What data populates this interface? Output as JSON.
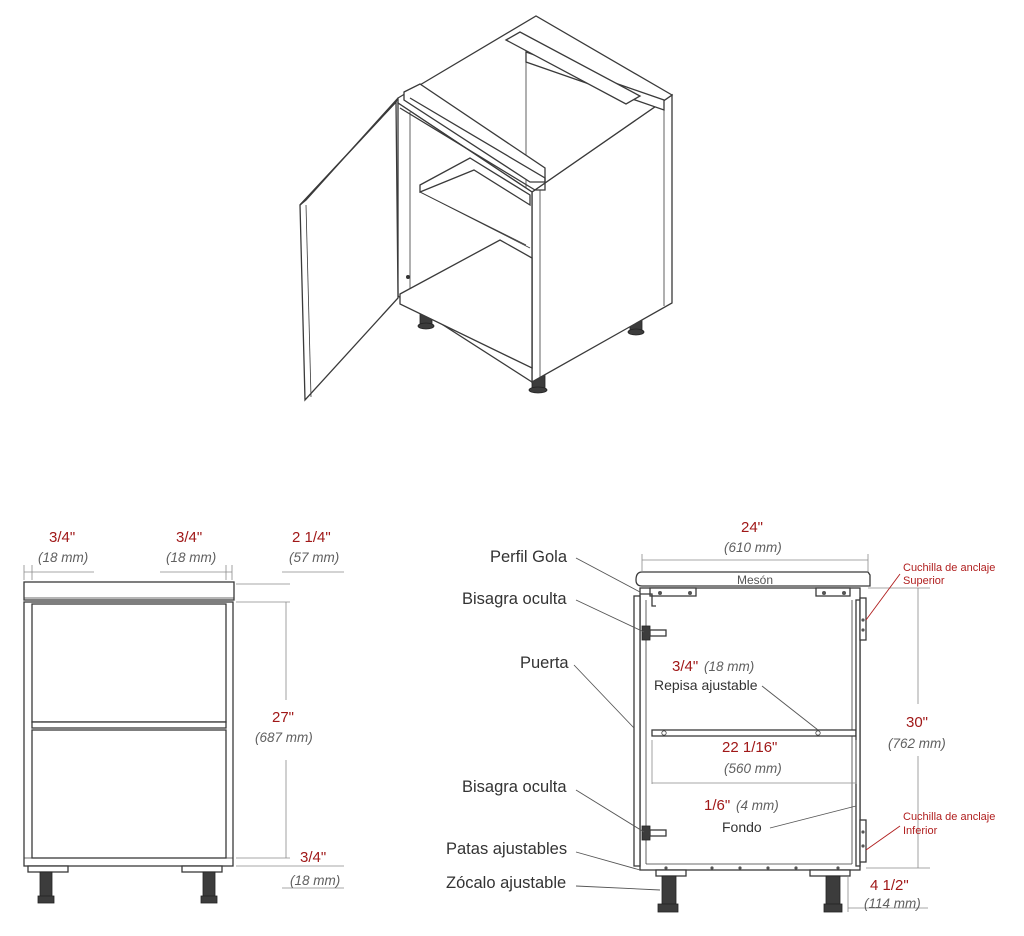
{
  "side_view": {
    "dim_left_in": "3/4\"",
    "dim_left_mm": "(18 mm)",
    "dim_mid_in": "3/4\"",
    "dim_mid_mm": "(18 mm)",
    "dim_top_in": "2 1/4\"",
    "dim_top_mm": "(57 mm)",
    "dim_height_in": "27\"",
    "dim_height_mm": "(687 mm)",
    "dim_bottom_in": "3/4\"",
    "dim_bottom_mm": "(18 mm)"
  },
  "section_view": {
    "width_in": "24\"",
    "width_mm": "(610 mm)",
    "meson": "Mesón",
    "labels": {
      "perfil_gola": "Perfil Gola",
      "bisagra_top": "Bisagra oculta",
      "puerta": "Puerta",
      "bisagra_bottom": "Bisagra oculta",
      "patas": "Patas ajustables",
      "zocalo": "Zócalo ajustable"
    },
    "shelf_thick_in": "3/4\"",
    "shelf_thick_mm": "(18 mm)",
    "shelf_label": "Repisa ajustable",
    "inner_width_in": "22 1/16\"",
    "inner_width_mm": "(560 mm)",
    "back_thick_in": "1/6\"",
    "back_thick_mm": "(4 mm)",
    "back_label": "Fondo",
    "height_in": "30\"",
    "height_mm": "(762 mm)",
    "plinth_in": "4 1/2\"",
    "plinth_mm": "(114 mm)",
    "blade_top_line1": "Cuchilla de anclaje",
    "blade_top_line2": "Superior",
    "blade_bottom_line1": "Cuchilla de anclaje",
    "blade_bottom_line2": "Inferior"
  }
}
